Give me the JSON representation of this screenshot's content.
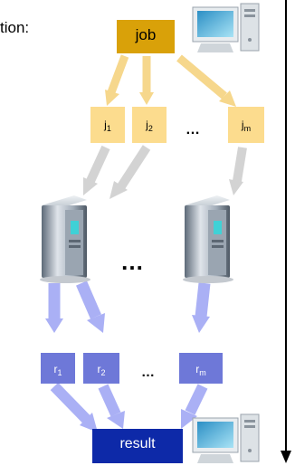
{
  "caption": "tion:",
  "job_label": "job",
  "subjobs": [
    {
      "base": "j",
      "sub": "1"
    },
    {
      "base": "j",
      "sub": "2"
    },
    {
      "base": "j",
      "sub": "m"
    }
  ],
  "subjob_ellipsis": "…",
  "server_ellipsis": "…",
  "results": [
    {
      "base": "r",
      "sub": "1"
    },
    {
      "base": "r",
      "sub": "2"
    },
    {
      "base": "r",
      "sub": "m"
    }
  ],
  "result_ellipsis": "…",
  "result_label": "result",
  "colors": {
    "job_box": "#d9a109",
    "subjob_box": "#fcdc8e",
    "subjob_arrow": "#f6d78c",
    "gray_arrow": "#d3d3d3",
    "blue_arrow": "#aab0f5",
    "result_box_small": "#6e78d8",
    "result_box": "#0d29a8",
    "result_text": "#ffffff",
    "timeline": "#000000"
  }
}
